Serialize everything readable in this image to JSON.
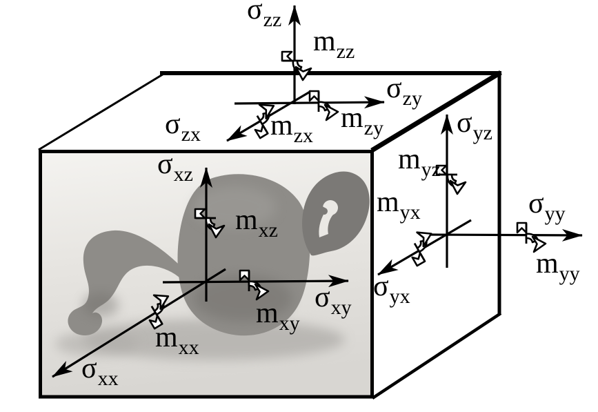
{
  "figure": {
    "labels": {
      "sigma_zz": {
        "sym": "σ",
        "sub": "zz"
      },
      "m_zz": {
        "sym": "m",
        "sub": "zz"
      },
      "sigma_zy": {
        "sym": "σ",
        "sub": "zy"
      },
      "m_zy": {
        "sym": "m",
        "sub": "zy"
      },
      "sigma_zx": {
        "sym": "σ",
        "sub": "zx"
      },
      "m_zx": {
        "sym": "m",
        "sub": "zx"
      },
      "sigma_xz": {
        "sym": "σ",
        "sub": "xz"
      },
      "m_xz": {
        "sym": "m",
        "sub": "xz"
      },
      "sigma_xy": {
        "sym": "σ",
        "sub": "xy"
      },
      "m_xy": {
        "sym": "m",
        "sub": "xy"
      },
      "sigma_xx": {
        "sym": "σ",
        "sub": "xx"
      },
      "m_xx": {
        "sym": "m",
        "sub": "xx"
      },
      "sigma_yz": {
        "sym": "σ",
        "sub": "yz"
      },
      "m_yz": {
        "sym": "m",
        "sub": "yz"
      },
      "sigma_yy": {
        "sym": "σ",
        "sub": "yy"
      },
      "m_yy": {
        "sym": "m",
        "sub": "yy"
      },
      "sigma_yx": {
        "sym": "σ",
        "sub": "yx"
      },
      "m_yx": {
        "sym": "m",
        "sub": "yx"
      }
    },
    "icons": {
      "moment_curl": "hollow curved arrow with swallow-tail (couple-stress rotation symbol)",
      "stress_arrow": "solid straight arrow"
    },
    "colors": {
      "line": "#000000",
      "face_white": "#ffffff",
      "photo_light": "#eae8e4",
      "sculpture_gray": "#8e8c88",
      "sculpture_dark": "#7b7976",
      "shadow_gray": "#aeaca8",
      "shade_dark": "#6f6d69",
      "highlight_gray": "#a3a19d"
    }
  }
}
